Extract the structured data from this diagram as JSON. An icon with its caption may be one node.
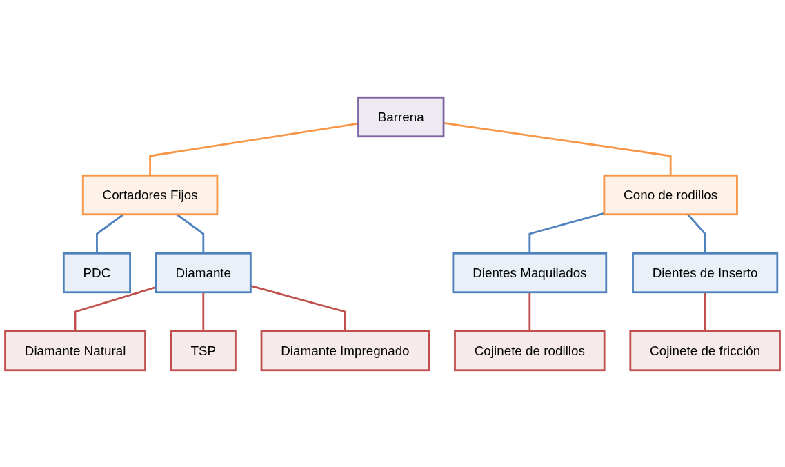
{
  "diagram": {
    "nodes": [
      {
        "text": [
          "Barrena"
        ]
      },
      {
        "text": [
          "Cortadores Fijos"
        ]
      },
      {
        "text": [
          "Cono de rodillos"
        ]
      },
      {
        "text": [
          "PDC"
        ]
      },
      {
        "text": [
          "Diamante"
        ]
      },
      {
        "text": [
          "Dientes Maquilados"
        ]
      },
      {
        "text": [
          "Dientes de Inserto"
        ]
      },
      {
        "text": [
          "Diamante Natural"
        ]
      },
      {
        "text": [
          "TSP"
        ]
      },
      {
        "text": [
          "Diamante Impregnado"
        ]
      },
      {
        "text": [
          "Cojinete de rodillos"
        ]
      },
      {
        "text": [
          "Cojinete de fricción"
        ]
      }
    ],
    "edges": [
      {
        "from": 0,
        "to": 1,
        "arrow": "none",
        "color": "#f79646"
      },
      {
        "from": 0,
        "to": 2,
        "arrow": "none",
        "color": "#f79646"
      },
      {
        "from": 1,
        "to": 3,
        "arrow": "none",
        "color": "#4f81bd"
      },
      {
        "from": 1,
        "to": 4,
        "arrow": "none",
        "color": "#4f81bd"
      },
      {
        "from": 4,
        "to": 7,
        "arrow": "none",
        "color": "#c0504d"
      },
      {
        "from": 4,
        "to": 8,
        "arrow": "none",
        "color": "#c0504d"
      },
      {
        "from": 4,
        "to": 9,
        "arrow": "none",
        "color": "#c0504d"
      },
      {
        "from": 2,
        "to": 5,
        "arrow": "none",
        "color": "#4f81bd"
      },
      {
        "from": 2,
        "to": 6,
        "arrow": "none",
        "color": "#4f81bd"
      },
      {
        "from": 5,
        "to": 10,
        "arrow": "none",
        "color": "#c0504d"
      },
      {
        "from": 6,
        "to": 11,
        "arrow": "none",
        "color": "#c0504d"
      }
    ]
  }
}
